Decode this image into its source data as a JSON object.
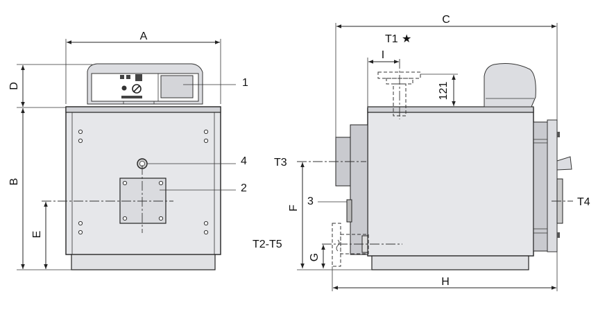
{
  "labels": {
    "A": "A",
    "B": "B",
    "C": "C",
    "D": "D",
    "E": "E",
    "F": "F",
    "G": "G",
    "H": "H",
    "I": "I",
    "one": "1",
    "two": "2",
    "three": "3",
    "four": "4",
    "t1": "T1",
    "t1_star": "★",
    "t3": "T3",
    "t4": "T4",
    "t2t5": "T2-T5",
    "dim121": "121"
  }
}
